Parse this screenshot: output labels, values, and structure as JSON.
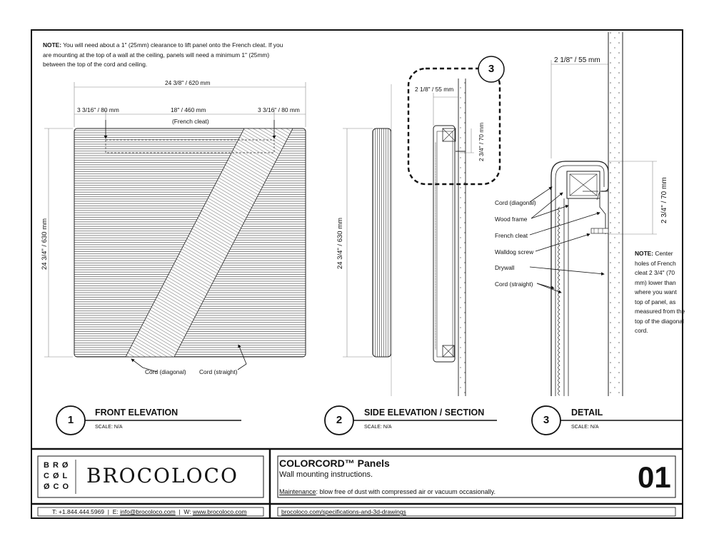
{
  "note_top": {
    "label": "NOTE:",
    "text": " You will need about a 1\" (25mm) clearance to lift panel onto the French cleat. If you are mounting at the top of a wall at the ceiling, panels will need a minimum 1\" (25mm) between the top of the cord and ceiling."
  },
  "front": {
    "overall_width": "24 3/8\" / 620 mm",
    "left_offset": "3 3/16\" / 80 mm",
    "cleat_width": "18\" / 460 mm",
    "right_offset": "3 3/16\" / 80 mm",
    "cleat_label": "(French cleat)",
    "height": "24 3/4\" / 630 mm",
    "cord_diagonal": "Cord (diagonal)",
    "cord_straight": "Cord (straight)"
  },
  "side": {
    "height": "24 3/4\" / 630 mm",
    "callout_number": "3",
    "depth": "2 1/8\" / 55 mm",
    "drop": "2 3/4\" / 70 mm"
  },
  "detail": {
    "depth": "2 1/8\" / 55 mm",
    "drop": "2 3/4\" / 70 mm",
    "labels": [
      "Cord (diagonal)",
      "Wood frame",
      "French cleat",
      "Walldog screw",
      "Drywall",
      "Cord (straight)"
    ],
    "note_label": "NOTE:",
    "note_text": " Center holes of French cleat 2 3/4\" (70 mm) lower than where you want top of panel, as measured from the top of the diagonal cord."
  },
  "sections": [
    {
      "number": "1",
      "title": "FRONT ELEVATION",
      "scale": "SCALE: N/A"
    },
    {
      "number": "2",
      "title": "SIDE ELEVATION / SECTION",
      "scale": "SCALE: N/A"
    },
    {
      "number": "3",
      "title": "DETAIL",
      "scale": "SCALE: N/A"
    }
  ],
  "title_block": {
    "logo_rows": [
      "BRØ",
      "CØL",
      "ØCO"
    ],
    "brand": "BROCOLOCO",
    "product": "COLORCORD™ Panels",
    "subtitle": "Wall mounting instructions.",
    "maintenance_label": "Maintenance",
    "maintenance_text": ": blow free of dust with compressed air or vacuum occasionally.",
    "page_number": "01",
    "phone": "T:  +1.844.444.5969",
    "email_label": "E:",
    "email": "info@brocoloco.com",
    "web_label": "W:",
    "web": "www.brocoloco.com",
    "spec_link": "brocoloco.com/specifications-and-3d-drawings"
  }
}
